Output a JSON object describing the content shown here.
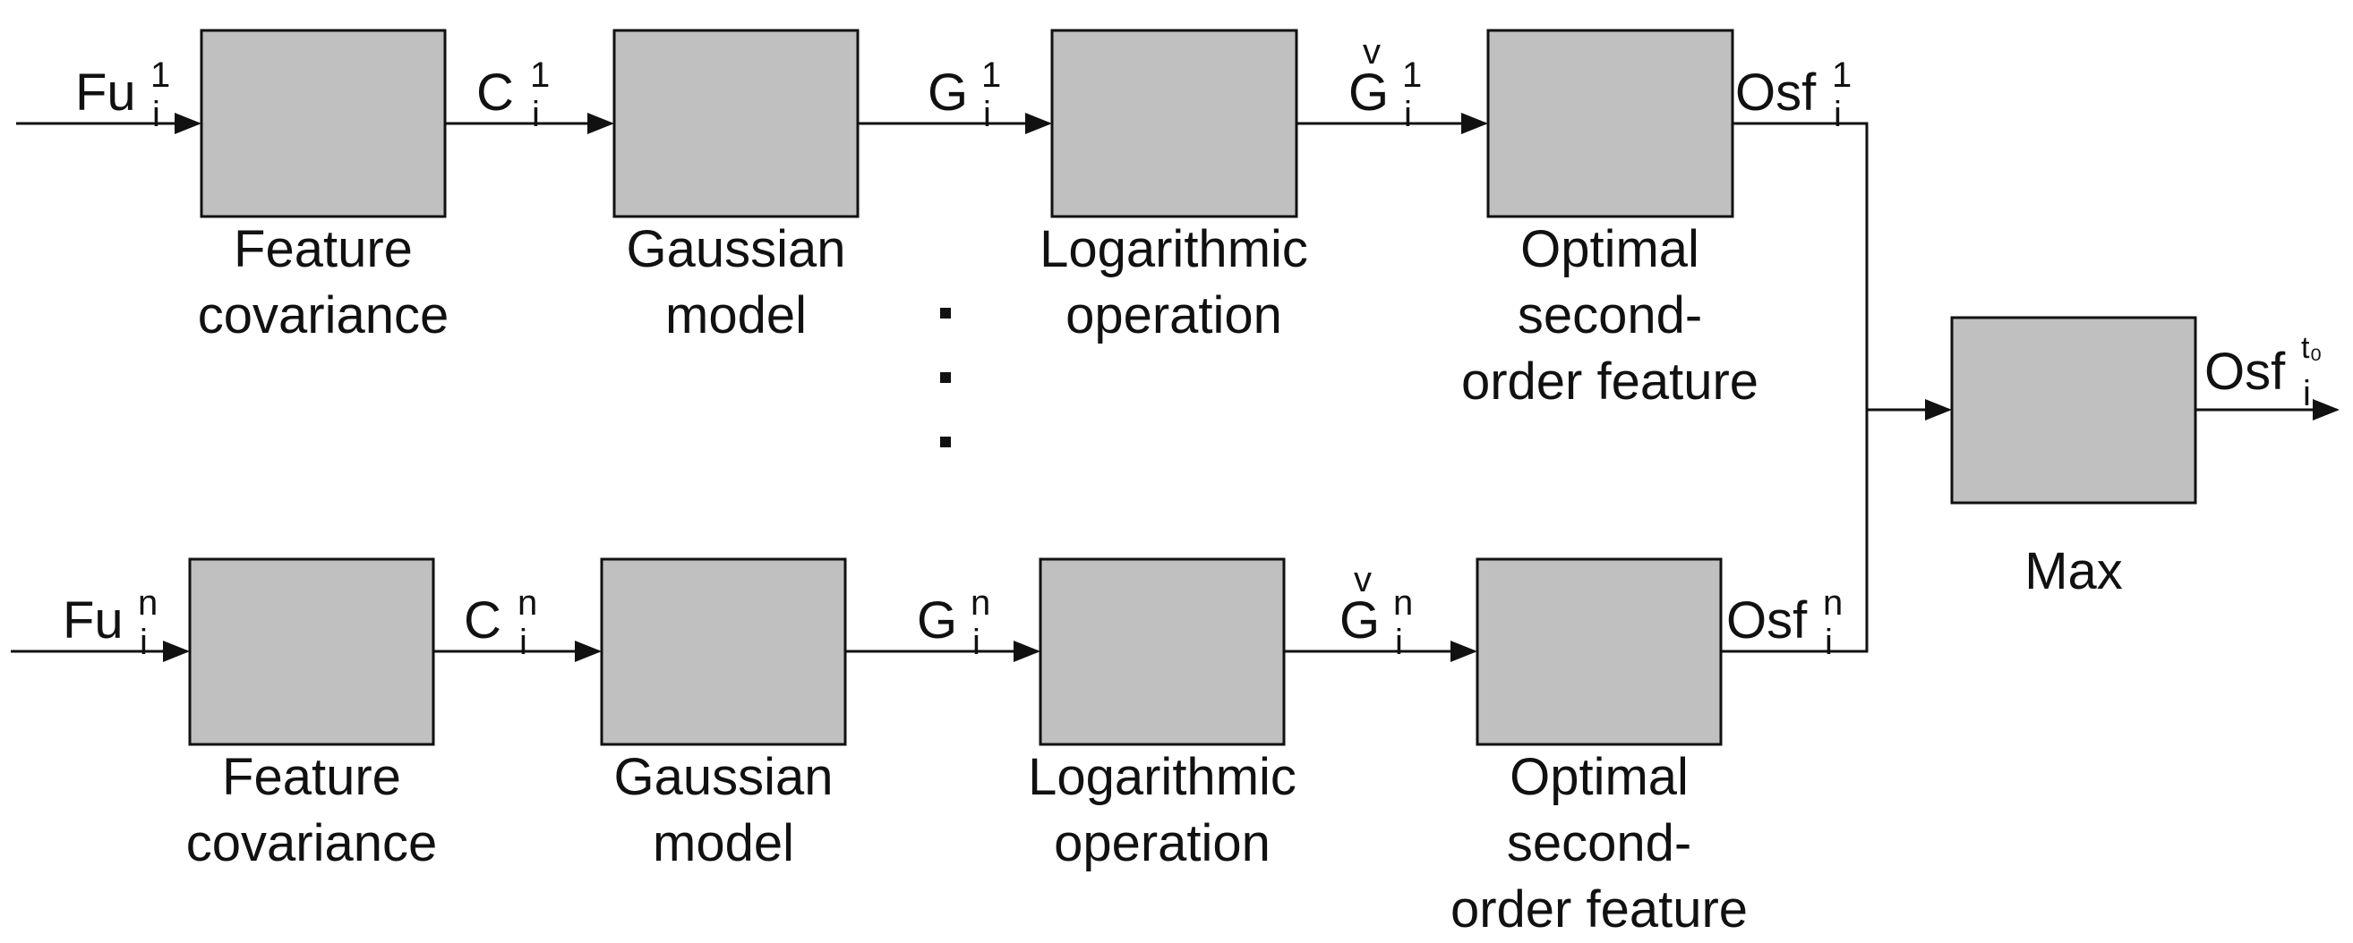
{
  "colors": {
    "box_fill": "#c0c0c0",
    "stroke": "#111111",
    "background": "#ffffff"
  },
  "rows": [
    {
      "blocks": [
        {
          "caption_1": "Feature",
          "caption_2": "covariance"
        },
        {
          "caption_1": "Gaussian",
          "caption_2": "model"
        },
        {
          "caption_1": "Logarithmic",
          "caption_2": "operation"
        },
        {
          "caption_1": "Optimal second-",
          "caption_2": "order feature"
        }
      ],
      "signals": [
        {
          "base": "Fu",
          "sup": "1",
          "sub": "i"
        },
        {
          "base": "C",
          "sup": "1",
          "sub": "i"
        },
        {
          "base": "G",
          "sup": "1",
          "sub": "i"
        },
        {
          "base": "G",
          "hat": "v",
          "sup": "1",
          "sub": "i"
        },
        {
          "base": "Osf",
          "sup": "1",
          "sub": "i"
        }
      ]
    },
    {
      "blocks": [
        {
          "caption_1": "Feature",
          "caption_2": "covariance"
        },
        {
          "caption_1": "Gaussian",
          "caption_2": "model"
        },
        {
          "caption_1": "Logarithmic",
          "caption_2": "operation"
        },
        {
          "caption_1": "Optimal second-",
          "caption_2": "order feature"
        }
      ],
      "signals": [
        {
          "base": "Fu",
          "sup": "n",
          "sub": "i"
        },
        {
          "base": "C",
          "sup": "n",
          "sub": "i"
        },
        {
          "base": "G",
          "sup": "n",
          "sub": "i"
        },
        {
          "base": "G",
          "hat": "v",
          "sup": "n",
          "sub": "i"
        },
        {
          "base": "Osf",
          "sup": "n",
          "sub": "i"
        }
      ]
    }
  ],
  "max_block": {
    "caption": "Max"
  },
  "output_signal": {
    "base": "Osf",
    "sup": "t₀",
    "sub": "i"
  }
}
